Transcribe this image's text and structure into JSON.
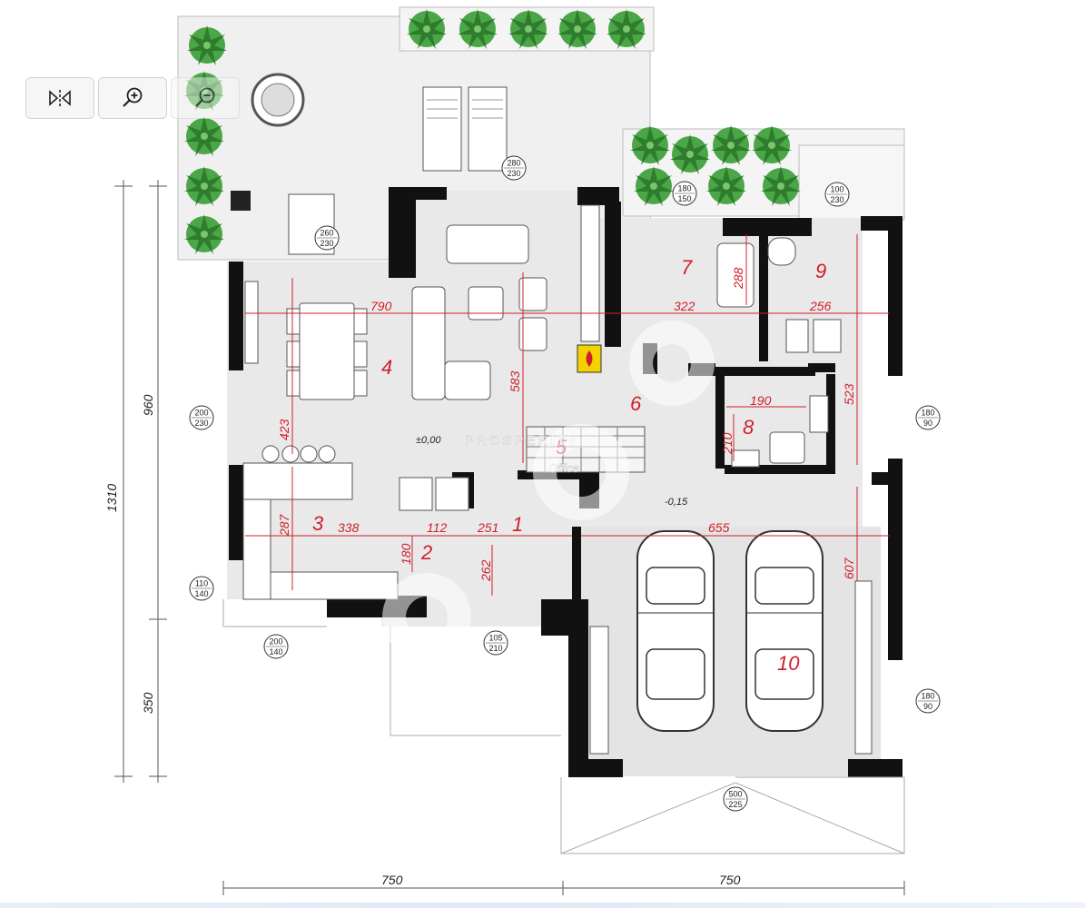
{
  "toolbar": {
    "buttons": [
      {
        "name": "flip-button",
        "icon": "flip-horizontal-icon"
      },
      {
        "name": "zoom-in-button",
        "icon": "zoom-in-icon"
      },
      {
        "name": "zoom-out-button",
        "icon": "zoom-out-icon"
      }
    ]
  },
  "colors": {
    "wall": "#111111",
    "floor": "#e9e9e9",
    "dimension": "#d0202a",
    "plant": "#3f9a3a"
  },
  "rooms": {
    "r1": "1",
    "r2": "2",
    "r3": "3",
    "r4": "4",
    "r5": "5",
    "r6": "6",
    "r7": "7",
    "r8": "8",
    "r9": "9",
    "r10": "10"
  },
  "dimensions": {
    "d790": "790",
    "d583": "583",
    "d423": "423",
    "d322": "322",
    "d288": "288",
    "d256": "256",
    "d523": "523",
    "d190": "190",
    "d210": "210",
    "d287": "287",
    "d338": "338",
    "d112": "112",
    "d251": "251",
    "d180": "180",
    "d262": "262",
    "d655": "655",
    "d607": "607",
    "overall_height": "1310",
    "upper_height": "960",
    "lower_height": "350",
    "bottom_left": "750",
    "bottom_right": "750"
  },
  "levels": {
    "main": "±0,00",
    "garage": "-0,15"
  },
  "window_tags": [
    {
      "top": "280",
      "bottom": "230"
    },
    {
      "top": "260",
      "bottom": "230"
    },
    {
      "top": "180",
      "bottom": "150"
    },
    {
      "top": "100",
      "bottom": "230"
    },
    {
      "top": "200",
      "bottom": "230"
    },
    {
      "top": "180",
      "bottom": "90"
    },
    {
      "top": "110",
      "bottom": "140"
    },
    {
      "top": "200",
      "bottom": "140"
    },
    {
      "top": "105",
      "bottom": "210"
    },
    {
      "top": "180",
      "bottom": "90"
    },
    {
      "top": "500",
      "bottom": "225"
    }
  ],
  "watermark": {
    "line1": "PROSPERITY",
    "line2": "Office"
  }
}
